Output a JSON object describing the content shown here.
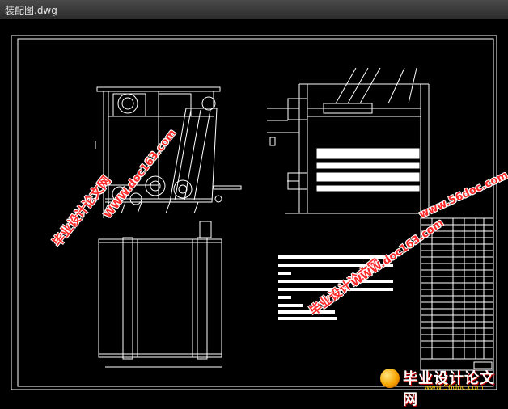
{
  "window": {
    "title": "装配图.dwg"
  },
  "watermark": {
    "text_cn": "毕业设计论文网",
    "text_url": "WWW.doc163.com",
    "text_url2": "www.56doc.com"
  },
  "logo": {
    "brand": "毕业设计论文网",
    "url": "www.56doc.com"
  },
  "colors": {
    "background": "#000000",
    "lines": "#ffffff",
    "watermark": "#ff2a2a"
  }
}
